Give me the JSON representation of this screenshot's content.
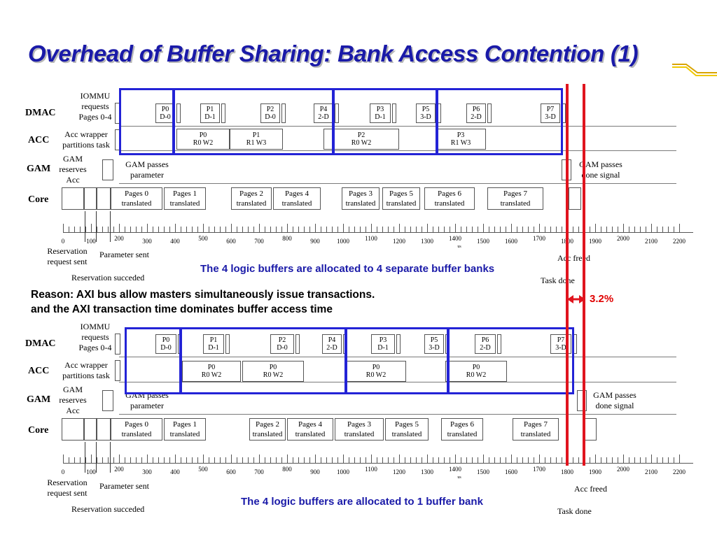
{
  "title": "Overhead of Buffer Sharing: Bank Access Contention (1)",
  "row_labels": {
    "dmac": "DMAC",
    "acc": "ACC",
    "gam": "GAM",
    "core": "Core"
  },
  "side_labels": {
    "iommu": "IOMMU requests Pages 0-4",
    "acc_wrapper": "Acc wrapper partitions task",
    "gam_reserves": "GAM reserves Acc"
  },
  "gam_passes_param": "GAM passes parameter",
  "gam_passes_done": "GAM passes done signal",
  "ticks": [
    "0",
    "100",
    "200",
    "300",
    "400",
    "500",
    "600",
    "700",
    "800",
    "900",
    "1000",
    "1100",
    "1200",
    "1300",
    "1400",
    "1500",
    "1600",
    "1700",
    "1800",
    "1900",
    "2000",
    "2100",
    "2200"
  ],
  "unit": "us",
  "events": {
    "reservation_request": "Reservation request sent",
    "parameter_sent": "Parameter sent",
    "reservation_succeeded": "Reservation succeded",
    "acc_freed": "Acc freed",
    "task_done": "Task done"
  },
  "top": {
    "note": "The 4 logic buffers are allocated to 4 separate buffer banks",
    "dmac": [
      {
        "l1": "P0",
        "l2": "D-0"
      },
      {
        "l1": "P1",
        "l2": "D-1"
      },
      {
        "l1": "P2",
        "l2": "D-0"
      },
      {
        "l1": "P4",
        "l2": "2-D"
      },
      {
        "l1": "P3",
        "l2": "D-1"
      },
      {
        "l1": "P5",
        "l2": "3-D"
      },
      {
        "l1": "P6",
        "l2": "2-D"
      },
      {
        "l1": "P7",
        "l2": "3-D"
      }
    ],
    "acc": [
      {
        "l1": "P0",
        "l2": "R0 W2"
      },
      {
        "l1": "P1",
        "l2": "R1 W3"
      },
      {
        "l1": "P2",
        "l2": "R0 W2"
      },
      {
        "l1": "P3",
        "l2": "R1 W3"
      }
    ],
    "core": [
      {
        "l1": "Pages 0",
        "l2": "translated"
      },
      {
        "l1": "Pages 1",
        "l2": "translated"
      },
      {
        "l1": "Pages 2",
        "l2": "translated"
      },
      {
        "l1": "Pages 4",
        "l2": "translated"
      },
      {
        "l1": "Pages 3",
        "l2": "translated"
      },
      {
        "l1": "Pages 5",
        "l2": "translated"
      },
      {
        "l1": "Pages 6",
        "l2": "translated"
      },
      {
        "l1": "Pages 7",
        "l2": "translated"
      }
    ]
  },
  "bottom": {
    "note": "The 4 logic buffers are allocated to 1 buffer bank",
    "dmac": [
      {
        "l1": "P0",
        "l2": "D-0"
      },
      {
        "l1": "P1",
        "l2": "D-1"
      },
      {
        "l1": "P2",
        "l2": "D-0"
      },
      {
        "l1": "P4",
        "l2": "2-D"
      },
      {
        "l1": "P3",
        "l2": "D-1"
      },
      {
        "l1": "P5",
        "l2": "3-D"
      },
      {
        "l1": "P6",
        "l2": "2-D"
      },
      {
        "l1": "P7",
        "l2": "3-D"
      }
    ],
    "acc": [
      {
        "l1": "P0",
        "l2": "R0 W2"
      },
      {
        "l1": "P0",
        "l2": "R0 W2"
      },
      {
        "l1": "P0",
        "l2": "R0 W2"
      },
      {
        "l1": "P0",
        "l2": "R0 W2"
      }
    ],
    "core": [
      {
        "l1": "Pages 0",
        "l2": "translated"
      },
      {
        "l1": "Pages 1",
        "l2": "translated"
      },
      {
        "l1": "Pages 2",
        "l2": "translated"
      },
      {
        "l1": "Pages 4",
        "l2": "translated"
      },
      {
        "l1": "Pages 3",
        "l2": "translated"
      },
      {
        "l1": "Pages 5",
        "l2": "translated"
      },
      {
        "l1": "Pages 6",
        "l2": "translated"
      },
      {
        "l1": "Pages 7",
        "l2": "translated"
      }
    ]
  },
  "reason_line1": "Reason: AXI bus allow masters simultaneously issue transactions.",
  "reason_line2": "and the AXI transaction time dominates buffer access time",
  "overhead": "3.2%",
  "colors": {
    "title": "#1a1aa8",
    "highlight_box": "#2323d6",
    "marker": "#e0141e"
  }
}
